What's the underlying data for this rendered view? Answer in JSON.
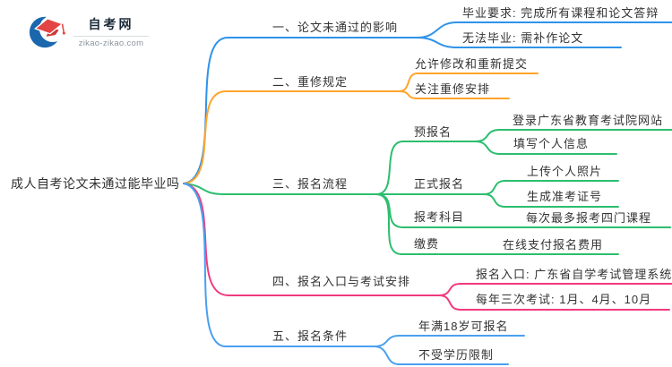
{
  "logo": {
    "title": "自考网",
    "domain": "zikao-zikao.com",
    "icon": "graduation-cap-icon"
  },
  "central": {
    "label": "成人自考论文未通过能毕业吗"
  },
  "branches": [
    {
      "label": "一、论文未通过的影响",
      "color": "#2E93EA",
      "children": [
        {
          "label": "毕业要求: 完成所有课程和论文答辩"
        },
        {
          "label": "无法毕业: 需补作论文"
        }
      ]
    },
    {
      "label": "二、重修规定",
      "color": "#FFA42B",
      "children": [
        {
          "label": "允许修改和重新提交"
        },
        {
          "label": "关注重修安排"
        }
      ]
    },
    {
      "label": "三、报名流程",
      "color": "#2CBE6E",
      "children": [
        {
          "label": "预报名",
          "children": [
            {
              "label": "登录广东省教育考试院网站"
            },
            {
              "label": "填写个人信息"
            }
          ]
        },
        {
          "label": "正式报名",
          "children": [
            {
              "label": "上传个人照片"
            },
            {
              "label": "生成准考证号"
            }
          ]
        },
        {
          "label": "报考科目",
          "children": [
            {
              "label": "每次最多报考四门课程"
            }
          ]
        },
        {
          "label": "缴费",
          "children": [
            {
              "label": "在线支付报名费用"
            }
          ]
        }
      ]
    },
    {
      "label": "四、报名入口与考试安排",
      "color": "#F23A7F",
      "children": [
        {
          "label": "报名入口: 广东省自学考试管理系统"
        },
        {
          "label": "每年三次考试: 1月、4月、10月"
        }
      ]
    },
    {
      "label": "五、报名条件",
      "color": "#49A0F0",
      "children": [
        {
          "label": "年满18岁可报名"
        },
        {
          "label": "不受学历限制"
        }
      ]
    }
  ],
  "colors": {
    "branch_blue": "#2E93EA",
    "branch_orange": "#FFA42B",
    "branch_green": "#2CBE6E",
    "branch_pink": "#F23A7F",
    "branch_lightblue": "#49A0F0",
    "logo_blue": "#1A67AE",
    "logo_red": "#E34444",
    "text_dark": "#333333",
    "text_gray": "#8C959D"
  }
}
